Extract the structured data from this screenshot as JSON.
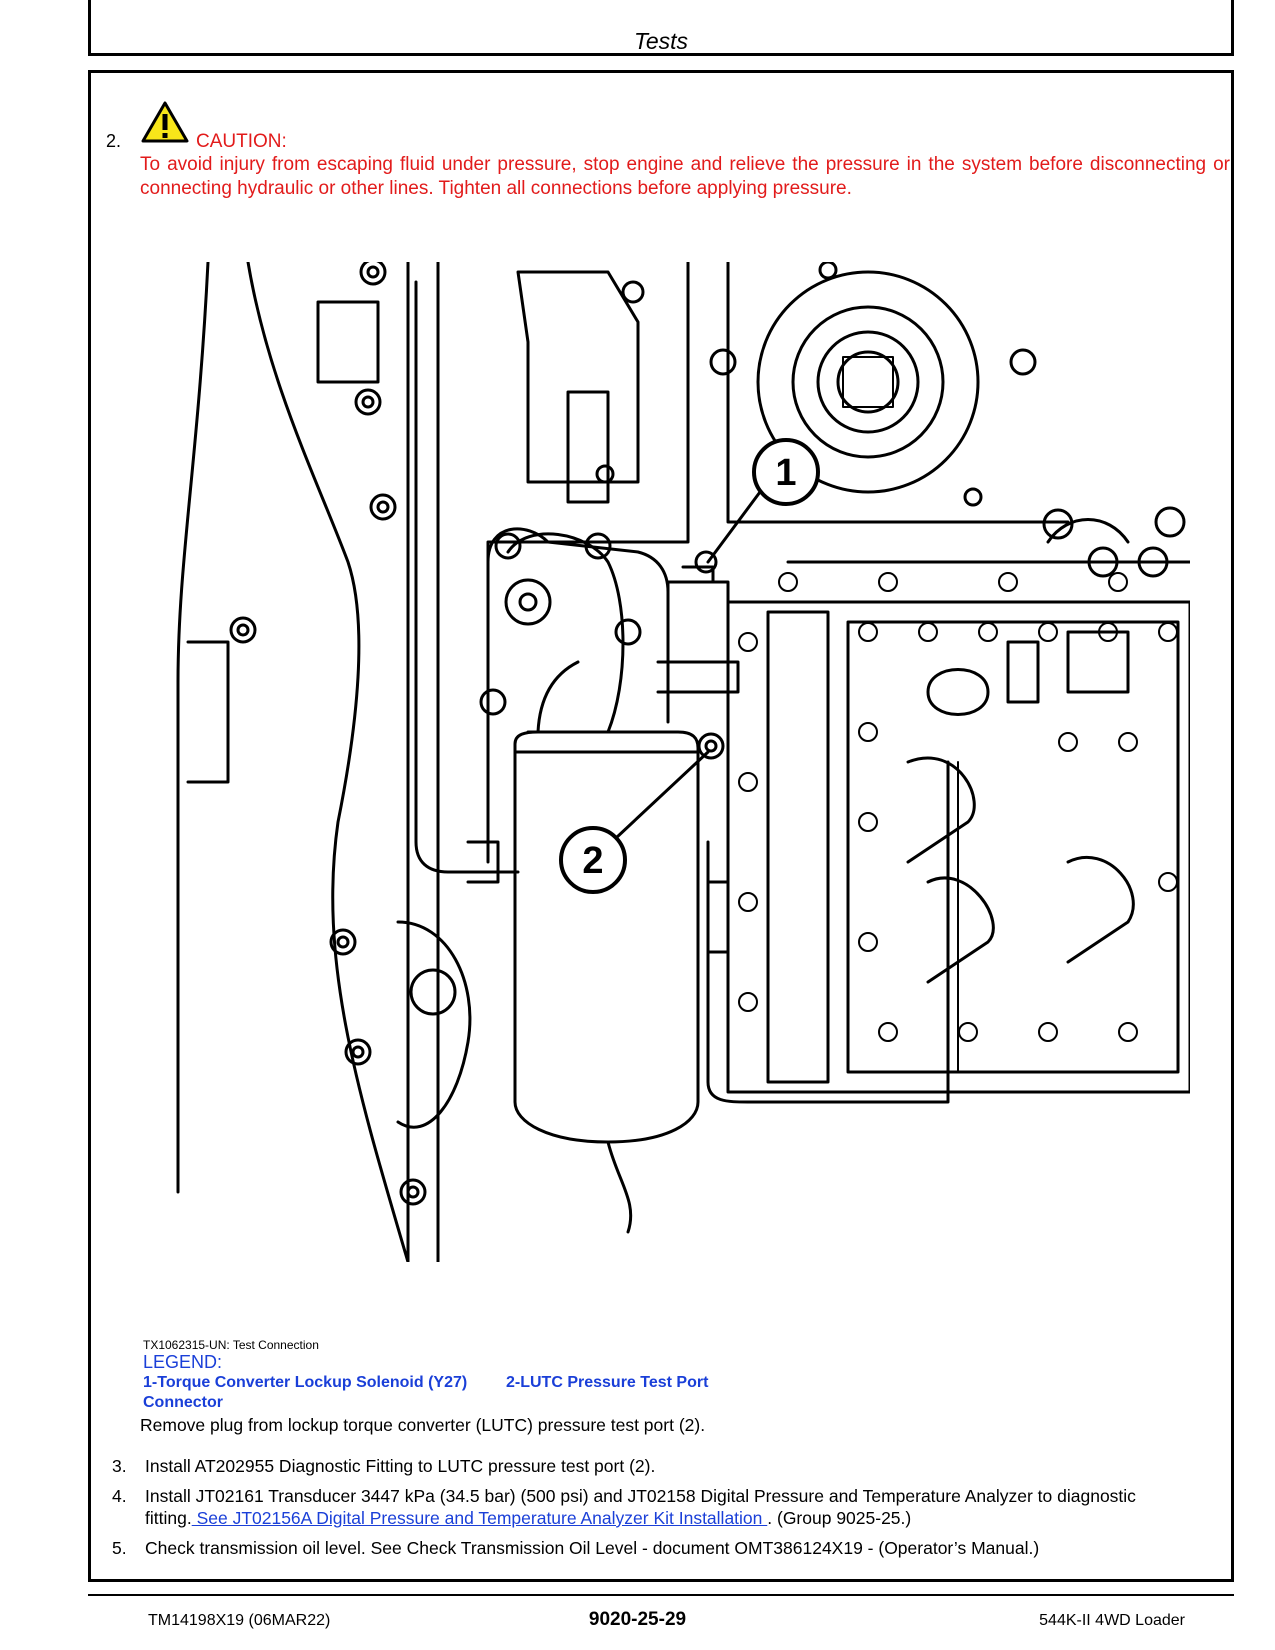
{
  "header": {
    "title": "Tests"
  },
  "caution": {
    "step_number": "2.",
    "label": "CAUTION:",
    "text": "To avoid injury from escaping fluid under pressure, stop engine and relieve the pressure in the system before disconnecting or connecting hydraulic or other lines. Tighten all connections before applying pressure."
  },
  "figure": {
    "callouts": [
      "1",
      "2"
    ],
    "caption": "TX1062315-UN: Test Connection"
  },
  "legend": {
    "title": "LEGEND:",
    "item1_line1": "1-Torque  Converter  Lockup  Solenoid  (Y27)",
    "item1_line2": "Connector",
    "item2": "2-LUTC Pressure Test Port"
  },
  "steps": {
    "step2_text": "Remove plug from lockup torque converter (LUTC) pressure test port (2).",
    "step3_num": "3.",
    "step3_text": "Install AT202955 Diagnostic Fitting to LUTC pressure test port (2).",
    "step4_num": "4.",
    "step4_text": "Install JT02161 Transducer 3447 kPa (34.5 bar) (500 psi) and JT02158 Digital Pressure and Temperature Analyzer to diagnostic",
    "step4_line2_prefix": "fitting.",
    "step4_link": " See JT02156A Digital Pressure and Temperature Analyzer Kit Installation ",
    "step4_line2_suffix": ". (Group 9025-25.)",
    "step5_num": "5.",
    "step5_text": "Check transmission oil level. See Check Transmission Oil Level - document OMT386124X19 - (Operator’s Manual.)"
  },
  "footer": {
    "doc_id": "TM14198X19 (06MAR22)",
    "page": "9020-25-29",
    "model": "544K-II 4WD Loader"
  },
  "colors": {
    "caution": "#e21b1b",
    "link": "#1a3fd8"
  }
}
